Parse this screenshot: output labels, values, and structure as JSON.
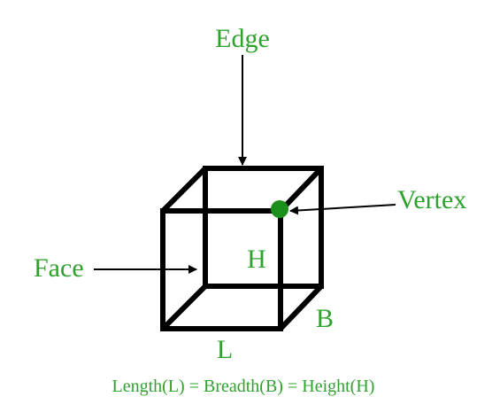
{
  "diagram": {
    "labels": {
      "edge": "Edge",
      "vertex": "Vertex",
      "face": "Face",
      "height": "H",
      "breadth": "B",
      "length": "L"
    },
    "formula": "Length(L) = Breadth(B) = Height(H)",
    "colors": {
      "label": "#2ea12e",
      "outline": "#000000",
      "vertex_dot": "#1a8f1a"
    }
  }
}
